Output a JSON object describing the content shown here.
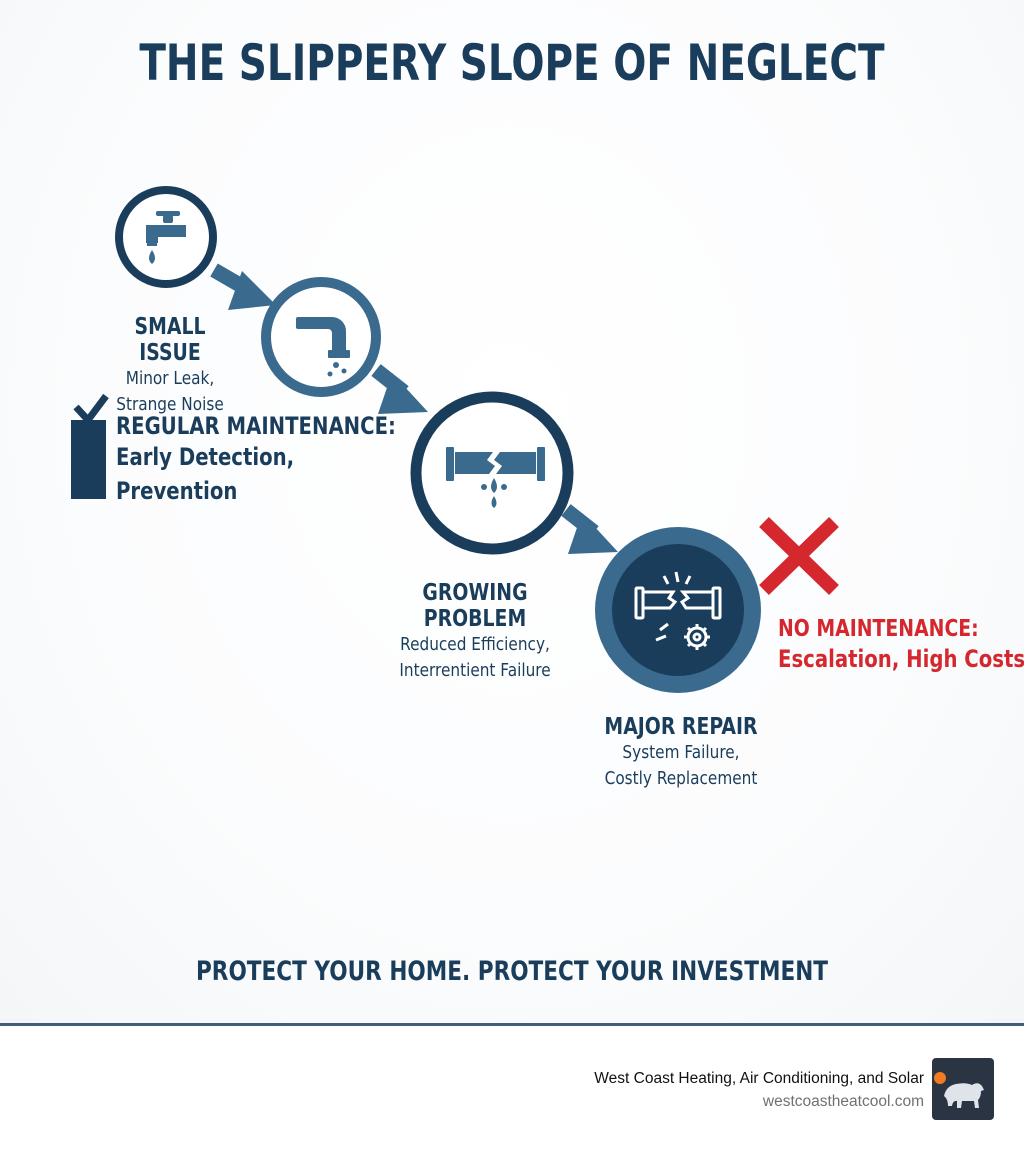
{
  "title": "THE SLIPPERY SLOPE OF NEGLECT",
  "stages": [
    {
      "heading": "SMALL ISSUE",
      "details": "Minor Leak,\nStrange Noise",
      "icon": "faucet-drip-icon"
    },
    {
      "heading": "",
      "details": "",
      "icon": "pipe-elbow-leak-icon"
    },
    {
      "heading": "GROWING PROBLEM",
      "details": "Reduced Efficiency,\nInterrentient Failure",
      "icon": "broken-pipe-icon"
    },
    {
      "heading": "MAJOR REPAIR",
      "details": "System Failure,\nCostly Replacement",
      "icon": "burst-pipe-gear-icon"
    }
  ],
  "regular_maintenance": {
    "heading": "REGULAR MAINTENANCE:",
    "details": "Early Detection,\nPrevention",
    "icon": "checkmark-icon"
  },
  "no_maintenance": {
    "heading": "NO MAINTENANCE:",
    "details": "Escalation, High Costs",
    "icon": "red-x-icon"
  },
  "tagline": "PROTECT YOUR HOME. PROTECT YOUR INVESTMENT",
  "footer": {
    "company": "West Coast Heating, Air Conditioning, and Solar",
    "url": "westcoastheatcool.com",
    "logo_icon": "bear-logo-icon"
  },
  "colors": {
    "navy": "#1b3d5c",
    "blue": "#3a6b8f",
    "red": "#d4282e",
    "orange": "#f07b22"
  }
}
